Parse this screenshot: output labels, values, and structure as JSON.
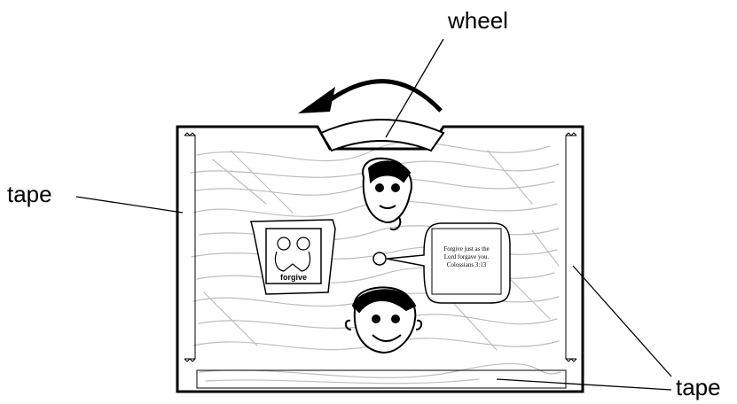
{
  "labels": {
    "wheel": "wheel",
    "tape_left": "tape",
    "tape_right": "tape"
  },
  "picture_card": {
    "caption": "forgive"
  },
  "speech_card": {
    "line1": "Forgive just as the",
    "line2": "Lord forgave you.",
    "line3": "Colossians 3:13"
  },
  "colors": {
    "ink": "#000000",
    "scribble": "#bdbdbd"
  }
}
